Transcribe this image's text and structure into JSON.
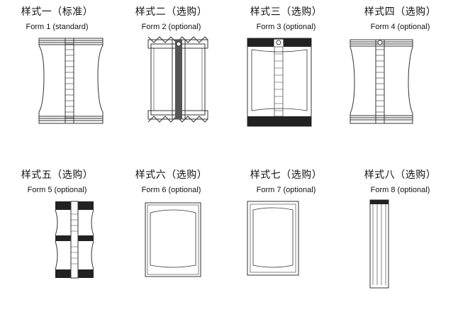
{
  "forms": [
    {
      "title_cn": "样式一（标准）",
      "title_en": "Form 1 (standard)",
      "icon": "pouch-center-seal-icon"
    },
    {
      "title_cn": "样式二（选购）",
      "title_en": "Form 2 (optional)",
      "icon": "pouch-band-seal-icon"
    },
    {
      "title_cn": "样式三（选购）",
      "title_en": "Form 3 (optional)",
      "icon": "pouch-hang-hole-icon"
    },
    {
      "title_cn": "样式四（选购）",
      "title_en": "Form 4 (optional)",
      "icon": "pouch-ribbed-icon"
    },
    {
      "title_cn": "样式五（选购）",
      "title_en": "Form 5 (optional)",
      "icon": "pouch-double-icon"
    },
    {
      "title_cn": "样式六（选购）",
      "title_en": "Form 6 (optional)",
      "icon": "pouch-three-side-icon"
    },
    {
      "title_cn": "样式七（选购）",
      "title_en": "Form 7 (optional)",
      "icon": "pouch-four-side-icon"
    },
    {
      "title_cn": "样式八（选购）",
      "title_en": "Form 8 (optional)",
      "icon": "pouch-stick-icon"
    }
  ],
  "colors": {
    "line": "#333333",
    "seal": "#555555",
    "dark_seal": "#111111"
  }
}
